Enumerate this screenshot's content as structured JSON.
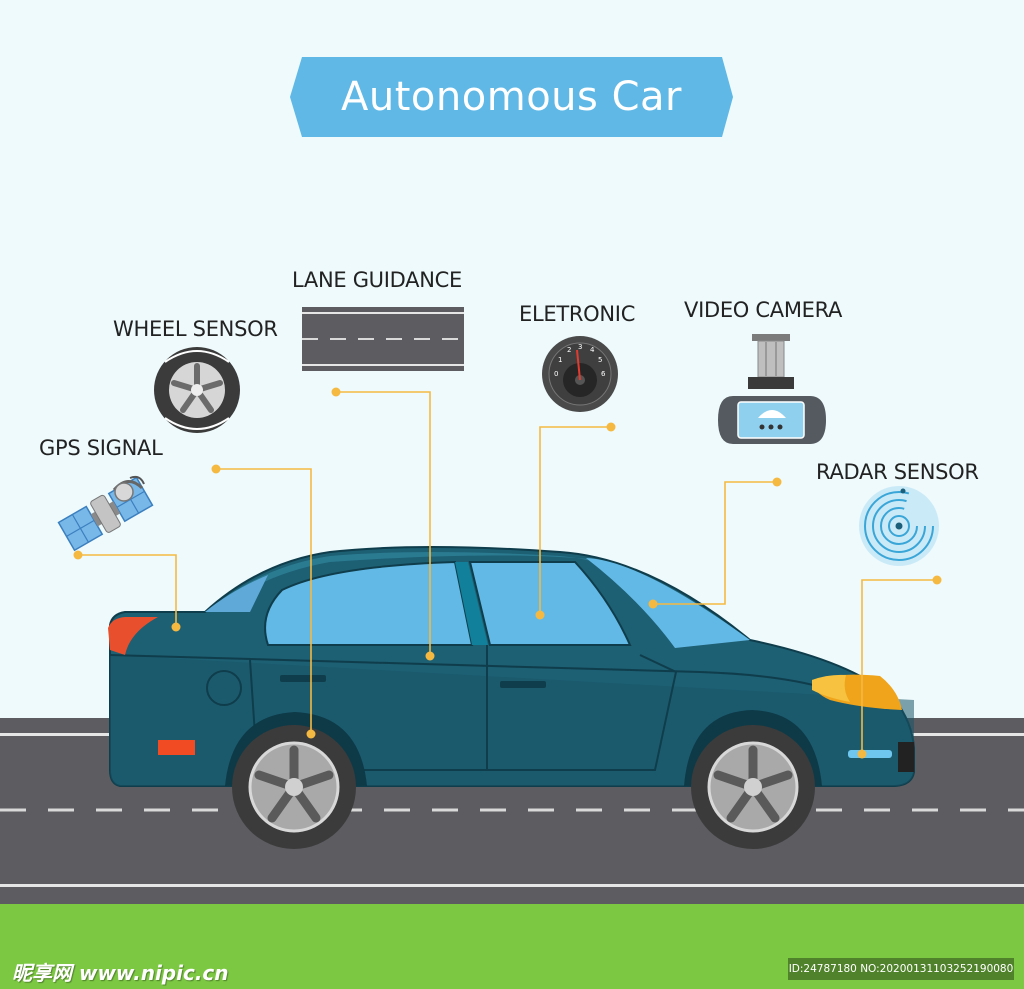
{
  "title": "Autonomous Car",
  "labels": {
    "gps_signal": "GPS SIGNAL",
    "wheel_sensor": "WHEEL SENSOR",
    "lane_guidance": "LANE GUIDANCE",
    "electronic": "ELETRONIC",
    "video_camera": "VIDEO CAMERA",
    "radar_sensor": "RADAR SENSOR"
  },
  "gauge_numbers": [
    "0",
    "1",
    "2",
    "3",
    "4",
    "5",
    "6"
  ],
  "watermark": {
    "logo": "昵享网 www.nipic.cn",
    "id": "ID:24787180 NO:20200131103252190080"
  },
  "colors": {
    "background": "#eefafc",
    "banner": "#5fb8e6",
    "car_body": "#1d5f73",
    "window": "#63b9e6",
    "road": "#5c5c61",
    "grass": "#7cc843",
    "connector": "#f5b942"
  },
  "icons": [
    "satellite-icon",
    "wheel-icon",
    "lane-road-icon",
    "gauge-icon",
    "camera-icon",
    "radar-icon",
    "car-illustration"
  ]
}
